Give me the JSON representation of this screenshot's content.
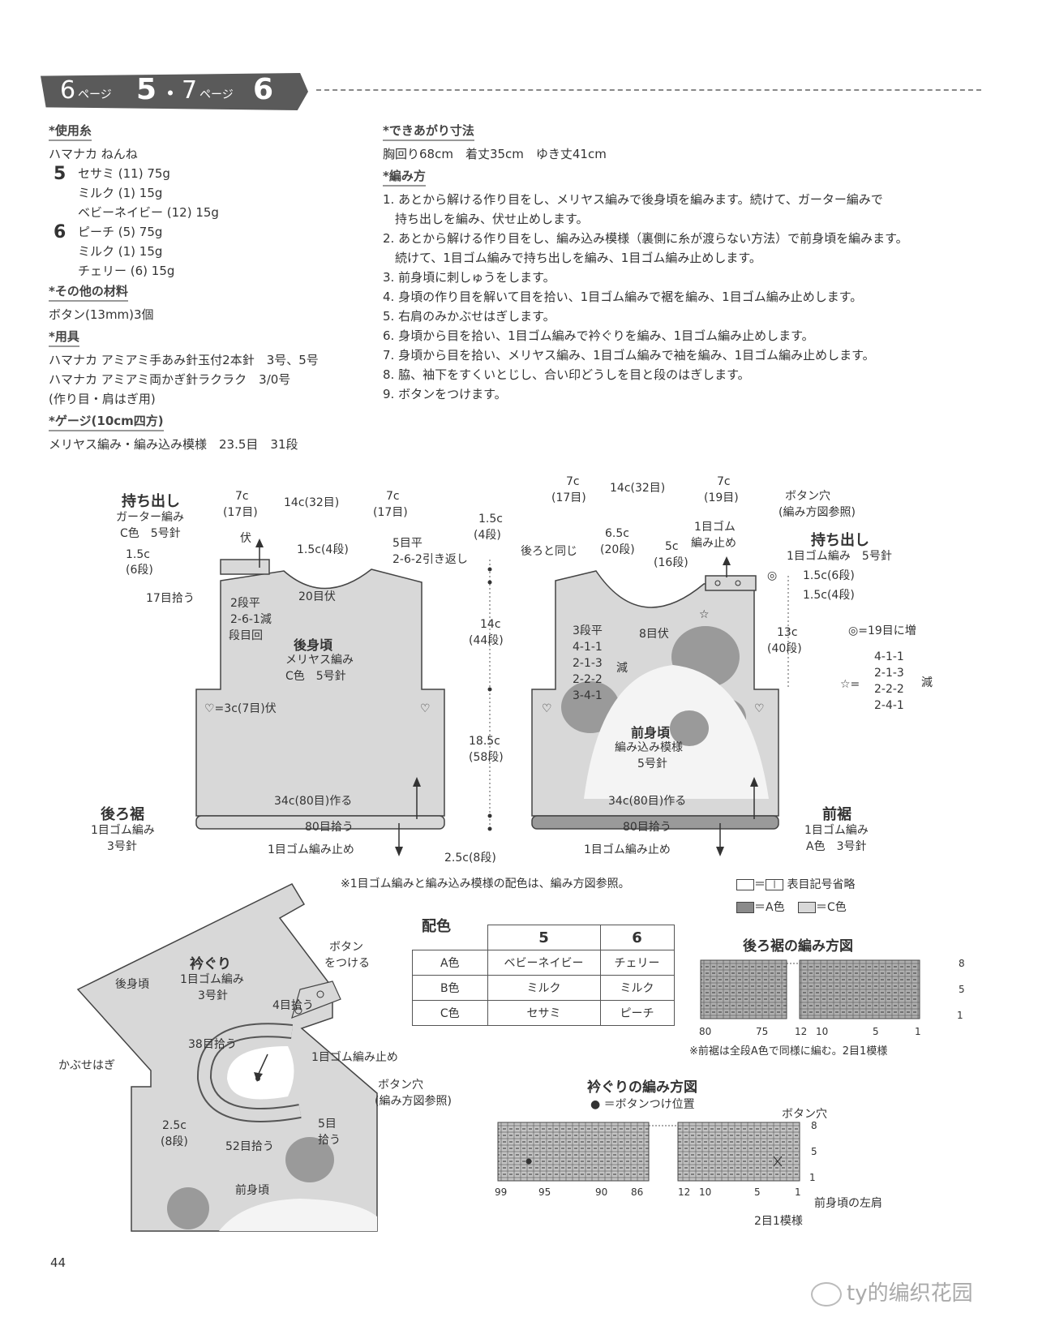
{
  "header": {
    "p1": "6",
    "page_word": "ページ",
    "n1": "5",
    "dot": "・",
    "p2": "7",
    "n2": "6"
  },
  "materials": {
    "yarn_title": "*使用糸",
    "yarn_brand": "ハマナカ ねんね",
    "set5_num": "5",
    "set5": [
      "セサミ (11) 75g",
      "ミルク (1) 15g",
      "ベビーネイビー (12) 15g"
    ],
    "set6_num": "6",
    "set6": [
      "ピーチ (5) 75g",
      "ミルク (1) 15g",
      "チェリー (6) 15g"
    ],
    "other_title": "*その他の材料",
    "other": "ボタン(13mm)3個",
    "tools_title": "*用具",
    "tools": [
      "ハマナカ アミアミ手あみ針玉付2本針　3号、5号",
      "ハマナカ アミアミ両かぎ針ラクラク　3/0号",
      "(作り目・肩はぎ用)"
    ],
    "gauge_title": "*ゲージ(10cm四方)",
    "gauge": "メリヤス編み・編み込み模様　23.5目　31段"
  },
  "finished": {
    "title": "*できあがり寸法",
    "text": "胸回り68cm　着丈35cm　ゆき丈41cm"
  },
  "method": {
    "title": "*編み方",
    "steps": [
      "1. あとから解ける作り目をし、メリヤス編みで後身頃を編みます。続けて、ガーター編みで",
      "　持ち出しを編み、伏せ止めします。",
      "2. あとから解ける作り目をし、編み込み模様（裏側に糸が渡らない方法）で前身頃を編みます。",
      "　続けて、1目ゴム編みで持ち出しを編み、1目ゴム編み止めします。",
      "3. 前身頃に刺しゅうをします。",
      "4. 身頃の作り目を解いて目を拾い、1目ゴム編みで裾を編み、1目ゴム編み止めします。",
      "5. 右肩のみかぶせはぎします。",
      "6. 身頃から目を拾い、1目ゴム編みで衿ぐりを編み、1目ゴム編み止めします。",
      "7. 身頃から目を拾い、メリヤス編み、1目ゴム編みで袖を編み、1目ゴム編み止めします。",
      "8. 脇、袖下をすくいとじし、合い印どうしを目と段のはぎします。",
      "9. ボタンをつけます。"
    ]
  },
  "back": {
    "mochidashi": "持ち出し",
    "garter": "ガーター編み",
    "c5": "C色　5号針",
    "w_7c_l": "7c",
    "w_17_l": "(17目)",
    "w_14c": "14c(32目)",
    "w_7c_r": "7c",
    "w_17_r": "(17目)",
    "fuse": "伏",
    "h15": "1.5c",
    "h6": "(6段)",
    "h15_4": "1.5c(4段)",
    "r5": "5目平",
    "r262": "2-6-2引き返し",
    "pick17": "17目拾う",
    "dan2": "2段平",
    "d261": "2-6-1減",
    "danme": "段目回",
    "f20": "20目伏",
    "name": "後身頃",
    "knit": "メリヤス編み",
    "c5b": "C色　5号針",
    "heart": "♡=3c(7目)伏",
    "cast": "34c(80目)作る",
    "pick80": "80目拾う",
    "stop": "1目ゴム編み止め",
    "hem": "後ろ裾",
    "hem_k": "1目ゴム編み",
    "hem_n": "3号針"
  },
  "vdim": {
    "a": "1.5c",
    "a2": "(4段)",
    "b": "14c",
    "b2": "(44段)",
    "c": "18.5c",
    "c2": "(58段)",
    "d": "2.5c(8段)"
  },
  "front": {
    "w_7c_l": "7c",
    "w_17_l": "(17目)",
    "w_14c": "14c(32目)",
    "w_7c_r": "7c",
    "w_19_r": "(19目)",
    "same": "後ろと同じ",
    "d65": "6.5c",
    "d20": "(20段)",
    "d5": "5c",
    "d16": "(16段)",
    "rib_stop1": "1目ゴム",
    "rib_stop2": "編み止め",
    "btn_hole": "ボタン穴",
    "btn_hole2": "(編み方図参照)",
    "mochidashi": "持ち出し",
    "rib5": "1目ゴム編み　5号針",
    "h15_6": "1.5c(6段)",
    "h15_4": "1.5c(4段)",
    "h13": "13c",
    "h40": "(40段)",
    "inc": "◎=19目に増",
    "star": "☆=",
    "star_vals": [
      "4-1-1",
      "2-1-3",
      "2-2-2",
      "2-4-1"
    ],
    "gen": "減",
    "left_vals": [
      "3段平",
      "4-1-1",
      "2-1-3",
      "2-2-2",
      "3-4-1"
    ],
    "gen2": "減",
    "f8": "8目伏",
    "name": "前身頃",
    "pattern": "編み込み模様",
    "needle": "5号針",
    "cast": "34c(80目)作る",
    "pick80": "80目拾う",
    "stop": "1目ゴム編み止め",
    "hem": "前裾",
    "hem_k": "1目ゴム編み",
    "hem_n": "A色　3号針"
  },
  "note1": "※1目ゴム編みと編み込み模様の配色は、編み方図参照。",
  "legend": {
    "l1": "＝",
    "l1b": "表目記号省略",
    "a": "＝A色",
    "c": "＝C色"
  },
  "color_table": {
    "title": "配色",
    "head": [
      "5",
      "6"
    ],
    "rows": [
      [
        "A色",
        "ベビーネイビー",
        "チェリー"
      ],
      [
        "B色",
        "ミルク",
        "ミルク"
      ],
      [
        "C色",
        "セサミ",
        "ピーチ"
      ]
    ]
  },
  "hem_chart": {
    "title": "後ろ裾の編み方図",
    "x_labels": [
      "80",
      "75",
      "12",
      "10",
      "5",
      "1"
    ],
    "y_labels": [
      "8",
      "5",
      "1"
    ],
    "note": "※前裾は全段A色で同様に編む。2目1模様"
  },
  "neck_chart": {
    "title": "衿ぐりの編み方図",
    "sub": "● ＝ボタンつけ位置",
    "hole": "ボタン穴",
    "x_labels": [
      "99",
      "95",
      "90",
      "86",
      "12",
      "10",
      "5",
      "1"
    ],
    "y_labels": [
      "8",
      "5",
      "1"
    ],
    "left_shoulder": "前身頃の左肩",
    "repeat": "2目1模様"
  },
  "neck_diagram": {
    "back": "後身頃",
    "title": "衿ぐり",
    "rib": "1目ゴム編み",
    "needle": "3号針",
    "btn1": "ボタン",
    "btn2": "をつける",
    "p4": "4目拾う",
    "p38": "38目拾う",
    "stop": "1目ゴム編み止め",
    "kabuse": "かぶせはぎ",
    "hole": "ボタン穴",
    "hole2": "(編み方図参照)",
    "h25": "2.5c",
    "h8": "(8段)",
    "p52": "52目拾う",
    "p5": "5目",
    "p5b": "拾う",
    "front": "前身頃"
  },
  "page_no": "44",
  "watermark": "ty的编织花园"
}
